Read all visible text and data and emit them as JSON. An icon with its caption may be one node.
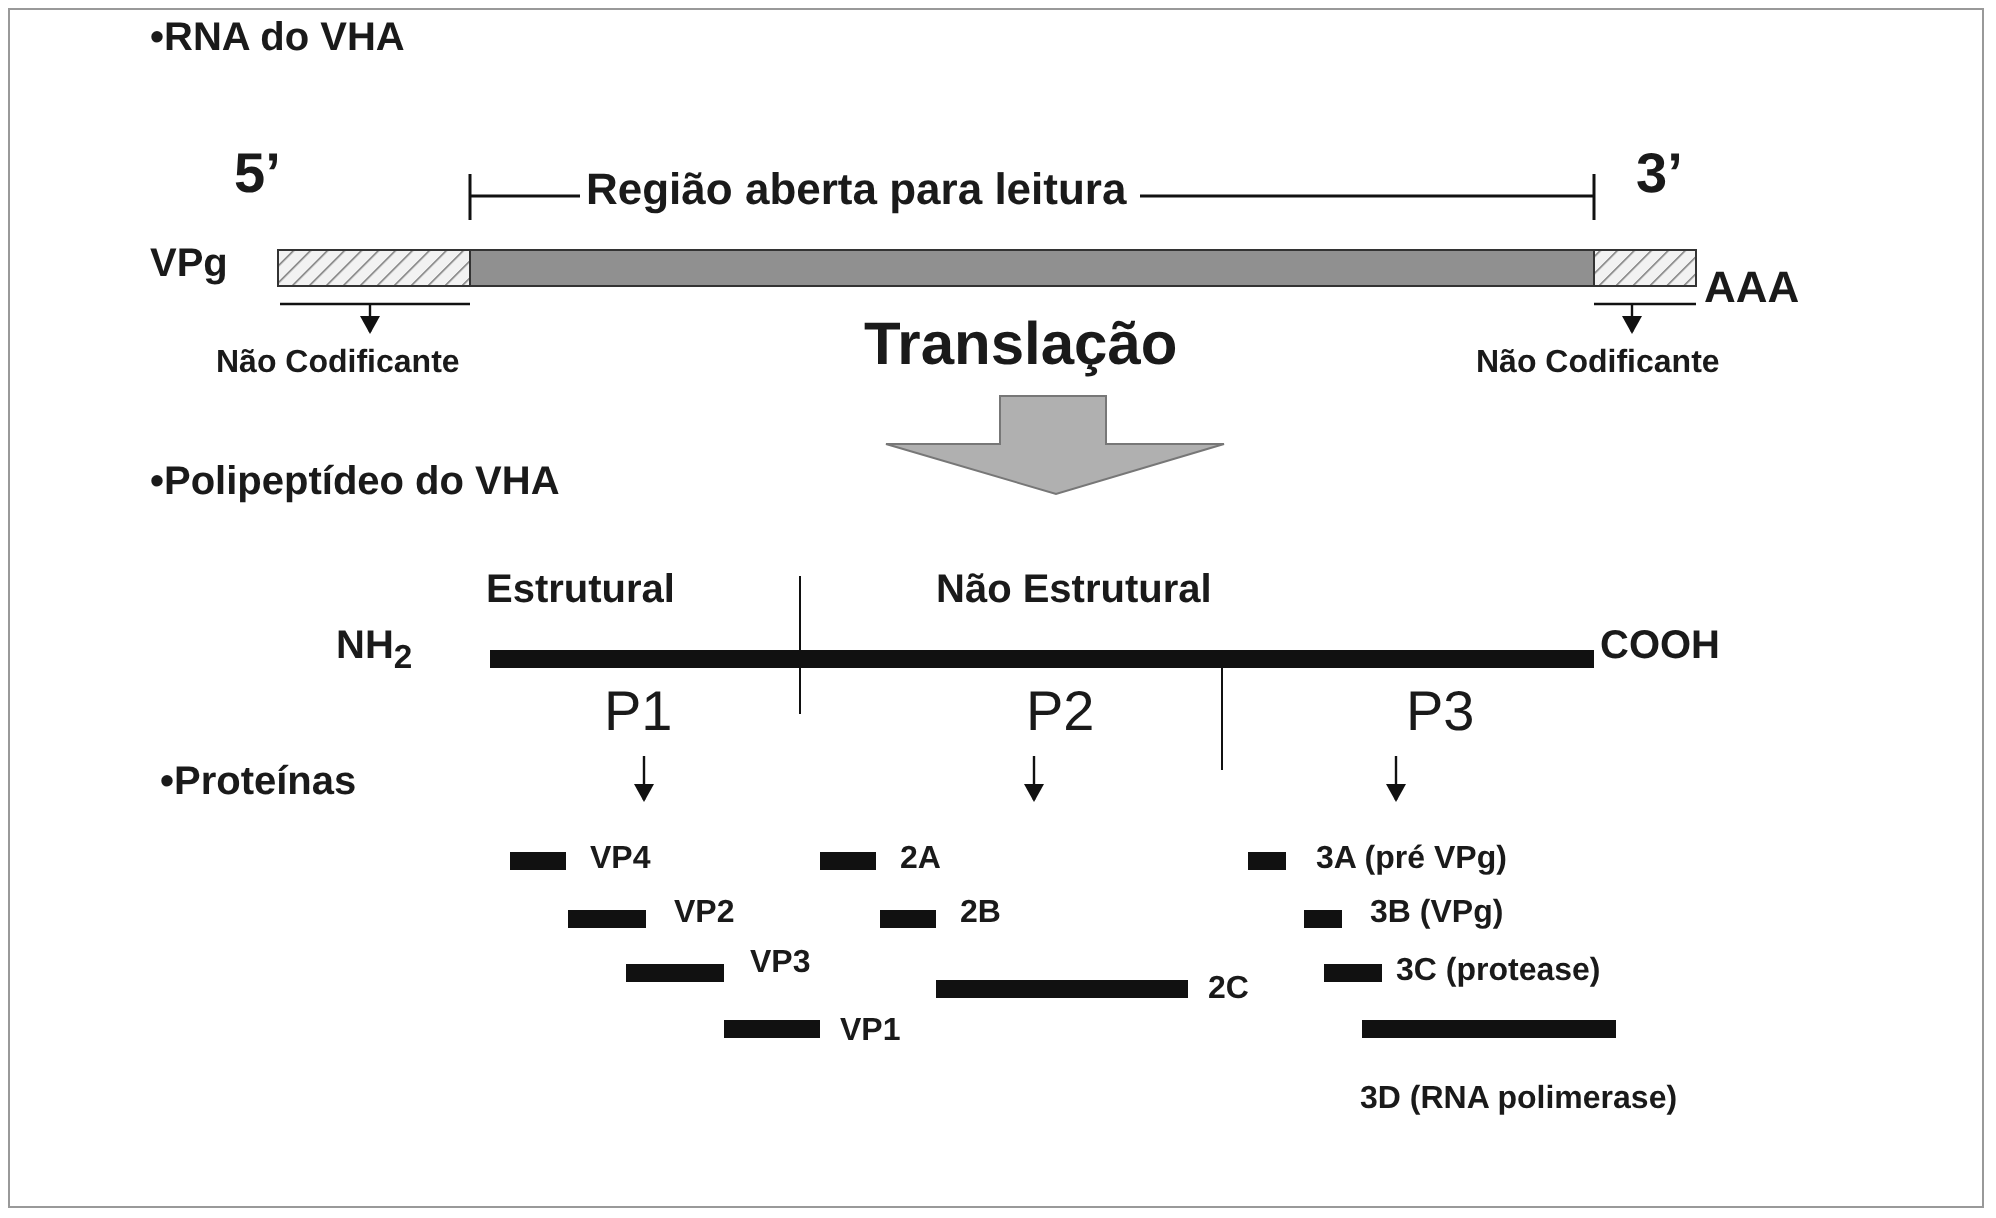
{
  "diagram": {
    "labels": [
      "•RNA do VHA",
      "5’",
      "Região aberta para leitura",
      "3’",
      "VPg",
      "AAA",
      "Não Codificante",
      "Translação",
      "Não Codificante",
      "•Polipeptídeo do VHA",
      "Estrutural",
      "Não Estrutural",
      "NH$_{2}$",
      "COOH",
      "P1",
      "P2",
      "P3",
      "•Proteínas",
      "VP4",
      "2A",
      "3A (pré VPg)",
      "VP2",
      "2B",
      "3B (VPg)",
      "VP3",
      "3C (protease)",
      "2C",
      "VP1",
      "3D (RNA polimerase)"
    ]
  }
}
